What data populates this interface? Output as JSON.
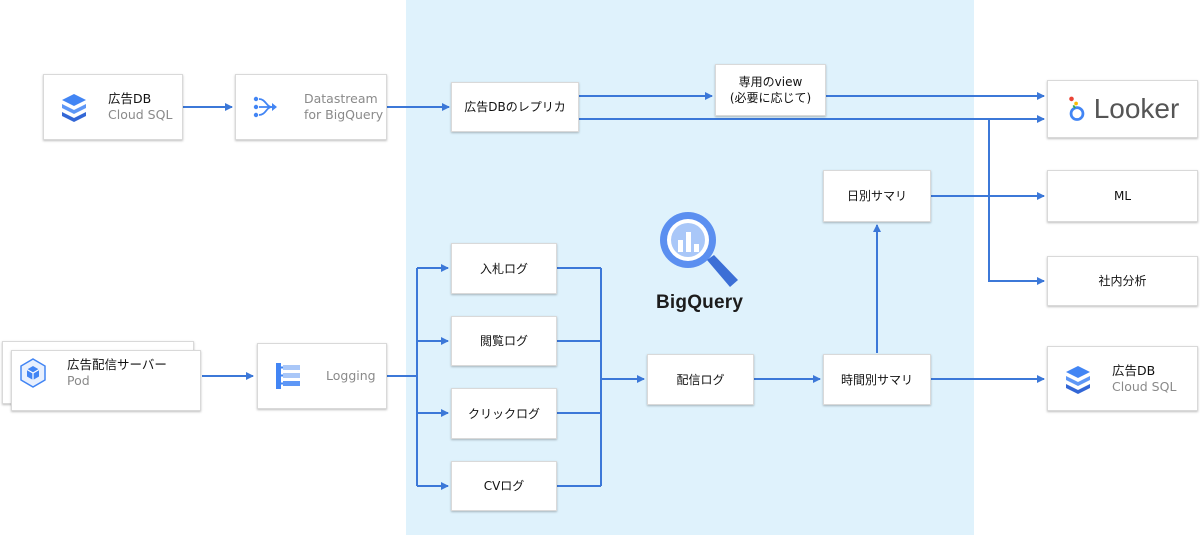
{
  "regions": {
    "bigquery_label": "BigQuery"
  },
  "nodes": {
    "ad_db_source": {
      "title": "広告DB",
      "subtitle": "Cloud SQL",
      "icon": "cloud-sql-icon"
    },
    "datastream": {
      "title": "Datastream",
      "subtitle": "for BigQuery",
      "icon": "datastream-icon"
    },
    "replica": {
      "label": "広告DBのレプリカ"
    },
    "dedicated_view": {
      "line1": "専用のview",
      "line2": "(必要に応じて)"
    },
    "looker": {
      "label": "Looker",
      "icon": "looker-icon"
    },
    "daily_summary": {
      "label": "日別サマリ"
    },
    "ml": {
      "label": "ML"
    },
    "internal_analysis": {
      "label": "社内分析"
    },
    "bid_log": {
      "label": "入札ログ"
    },
    "view_log": {
      "label": "閲覧ログ"
    },
    "click_log": {
      "label": "クリックログ"
    },
    "cv_log": {
      "label": "CVログ"
    },
    "delivery_log": {
      "label": "配信ログ"
    },
    "hourly_summary": {
      "label": "時間別サマリ"
    },
    "ad_server": {
      "title": "広告配信サーバー",
      "subtitle": "Pod",
      "icon": "kubernetes-pod-icon"
    },
    "logging": {
      "label": "Logging",
      "icon": "logging-icon"
    },
    "ad_db_target": {
      "title": "広告DB",
      "subtitle": "Cloud SQL",
      "icon": "cloud-sql-icon"
    }
  },
  "colors": {
    "arrow": "#3c78d8",
    "bigquery_region": "#dff2fc",
    "box_border": "#d9d9d9",
    "icon_blue": "#4285f4",
    "subtitle": "#8a8a8a"
  }
}
